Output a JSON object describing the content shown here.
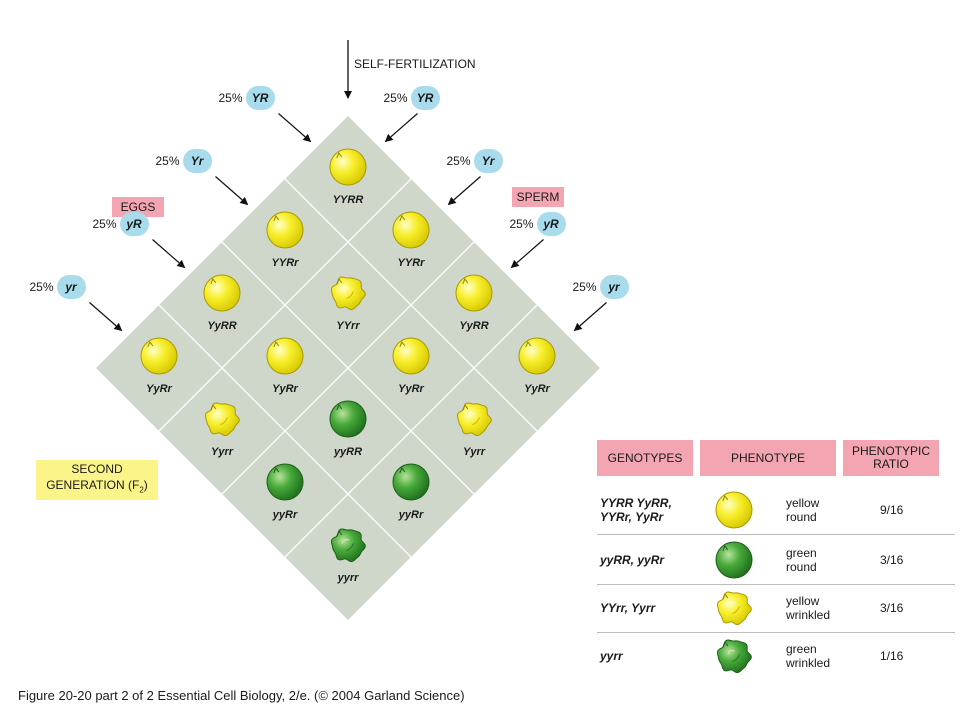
{
  "title": "SELF-FERTILIZATION",
  "eggs_label": "EGGS",
  "sperm_label": "SPERM",
  "f2_label_line1": "SECOND",
  "f2_label_line2": "GENERATION (F",
  "f2_label_sub": "2",
  "f2_label_close": ")",
  "gamete_pct": "25%",
  "eggs": [
    {
      "label": "YR"
    },
    {
      "label": "Yr"
    },
    {
      "label": "yR"
    },
    {
      "label": "yr"
    }
  ],
  "sperm": [
    {
      "label": "YR"
    },
    {
      "label": "Yr"
    },
    {
      "label": "yR"
    },
    {
      "label": "yr"
    }
  ],
  "grid": [
    [
      {
        "g": "YYRR",
        "p": "yr"
      },
      {
        "g": "YYRr",
        "p": "yr"
      },
      {
        "g": "YyRR",
        "p": "yr"
      },
      {
        "g": "YyRr",
        "p": "yr"
      }
    ],
    [
      {
        "g": "YYRr",
        "p": "yr"
      },
      {
        "g": "YYrr",
        "p": "yw"
      },
      {
        "g": "YyRr",
        "p": "yr"
      },
      {
        "g": "Yyrr",
        "p": "yw"
      }
    ],
    [
      {
        "g": "YyRR",
        "p": "yr"
      },
      {
        "g": "YyRr",
        "p": "yr"
      },
      {
        "g": "yyRR",
        "p": "gr"
      },
      {
        "g": "yyRr",
        "p": "gr"
      }
    ],
    [
      {
        "g": "YyRr",
        "p": "yr"
      },
      {
        "g": "Yyrr",
        "p": "yw"
      },
      {
        "g": "yyRr",
        "p": "gr"
      },
      {
        "g": "yyrr",
        "p": "gw"
      }
    ]
  ],
  "table": {
    "headers": {
      "genotypes": "GENOTYPES",
      "phenotype": "PHENOTYPE",
      "ratio_line1": "PHENOTYPIC",
      "ratio_line2": "RATIO"
    },
    "rows": [
      {
        "genotypes_line1": "YYRR YyRR,",
        "genotypes_line2": "YYRr, YyRr",
        "phenotype_line1": "yellow",
        "phenotype_line2": "round",
        "ratio": "9/16",
        "pea": "yr"
      },
      {
        "genotypes_line1": "yyRR, yyRr",
        "genotypes_line2": "",
        "phenotype_line1": "green",
        "phenotype_line2": "round",
        "ratio": "3/16",
        "pea": "gr"
      },
      {
        "genotypes_line1": "YYrr, Yyrr",
        "genotypes_line2": "",
        "phenotype_line1": "yellow",
        "phenotype_line2": "wrinkled",
        "ratio": "3/16",
        "pea": "yw"
      },
      {
        "genotypes_line1": "yyrr",
        "genotypes_line2": "",
        "phenotype_line1": "green",
        "phenotype_line2": "wrinkled",
        "ratio": "1/16",
        "pea": "gw"
      }
    ]
  },
  "colors": {
    "grid_fill": "#cfd7cb",
    "grid_line": "#ffffff",
    "tag_pink": "#f3a6b1",
    "tag_yellow": "#fbf488",
    "gamete_bubble": "#a8dcec",
    "pea_yellow": "#f5ec1a",
    "pea_green": "#3fa132"
  },
  "caption": "Figure 20-20  part 2 of 2 Essential Cell Biology, 2/e. (© 2004 Garland Science)"
}
